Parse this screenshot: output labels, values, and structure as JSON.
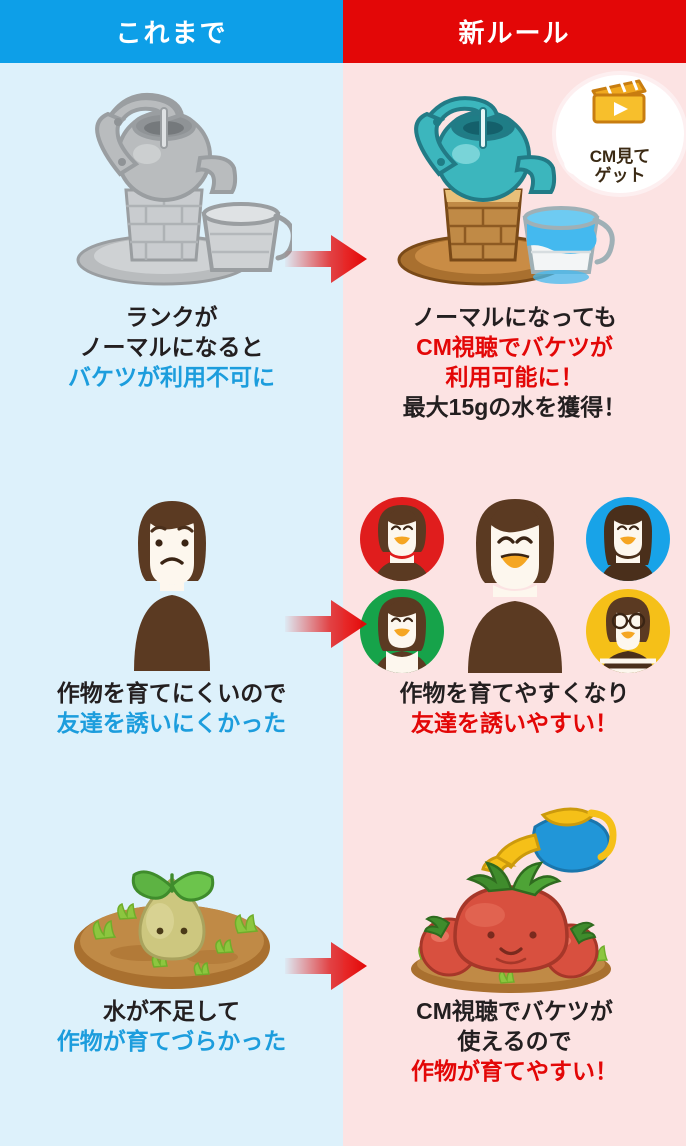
{
  "headers": {
    "left": "これまで",
    "right": "新ルール",
    "left_bg": "#0d9fe8",
    "right_bg": "#e30707"
  },
  "colors": {
    "left_panel": "#ddf1fb",
    "right_panel": "#fce3e3",
    "text_dark": "#231f20",
    "text_blue": "#1c9ddd",
    "text_red": "#e30707",
    "arrow": "#e30707"
  },
  "bubble": {
    "line1": "CM見て",
    "line2": "ゲット",
    "icon": "video-clapperboard-icon"
  },
  "rows": [
    {
      "id": "bucket-row",
      "left": {
        "art": "grey-water-pump-with-bucket",
        "lines": [
          {
            "text": "ランクが",
            "color": "dark"
          },
          {
            "text": "ノーマルになると",
            "color": "dark"
          },
          {
            "text": "バケツが利用不可に",
            "color": "blue"
          }
        ]
      },
      "right": {
        "art": "color-water-pump-with-full-bucket",
        "lines": [
          {
            "text": "ノーマルになっても",
            "color": "dark"
          },
          {
            "text": "CM視聴でバケツが",
            "color": "red"
          },
          {
            "text": "利用可能に！",
            "color": "red"
          },
          {
            "text": "最大15gの水を獲得！",
            "color": "dark"
          }
        ]
      }
    },
    {
      "id": "friends-row",
      "left": {
        "art": "sad-person-figure",
        "lines": [
          {
            "text": "作物を育てにくいので",
            "color": "dark"
          },
          {
            "text": "友達を誘いにくかった",
            "color": "blue"
          }
        ]
      },
      "right": {
        "art": "happy-person-with-four-friend-avatars",
        "lines": [
          {
            "text": "作物を育てやすくなり",
            "color": "dark"
          },
          {
            "text": "友達を誘いやすい！",
            "color": "red"
          }
        ]
      }
    },
    {
      "id": "crops-row",
      "left": {
        "art": "small-sprout-on-dry-soil",
        "lines": [
          {
            "text": "水が不足して",
            "color": "dark"
          },
          {
            "text": "作物が育てづらかった",
            "color": "blue"
          }
        ]
      },
      "right": {
        "art": "grown-tomatoes-with-watering-can",
        "lines": [
          {
            "text": "CM視聴でバケツが",
            "color": "dark"
          },
          {
            "text": "使えるので",
            "color": "dark"
          },
          {
            "text": "作物が育てやすい！",
            "color": "red"
          }
        ]
      }
    }
  ]
}
